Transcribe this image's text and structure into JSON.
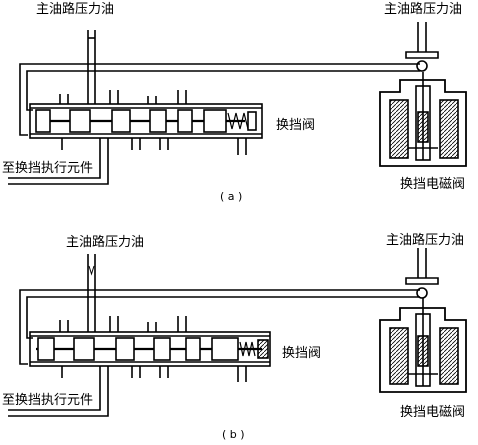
{
  "panel_a": {
    "main_oil_left": "主油路压力油",
    "main_oil_right": "主油路压力油",
    "shift_valve": "换挡阀",
    "to_actuator": "至换挡执行元件",
    "solenoid": "换挡电磁阀",
    "caption": "( a )"
  },
  "panel_b": {
    "main_oil_left": "主油路压力油",
    "main_oil_right": "主油路压力油",
    "shift_valve": "换挡阀",
    "to_actuator": "至换挡执行元件",
    "solenoid": "换挡电磁阀",
    "caption": "( b )"
  },
  "colors": {
    "ink": "#000000",
    "paper": "#ffffff"
  },
  "state": {
    "panel_a_solenoid": "open",
    "panel_b_solenoid": "closed"
  }
}
